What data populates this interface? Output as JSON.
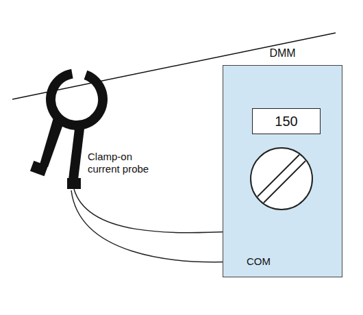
{
  "diagram": {
    "nodes": [
      {
        "text": [
          "DMM"
        ]
      },
      {
        "text": [
          "150"
        ],
        "in": 0
      }
    ],
    "labels": [
      "Clamp-on current probe",
      "COM"
    ]
  }
}
